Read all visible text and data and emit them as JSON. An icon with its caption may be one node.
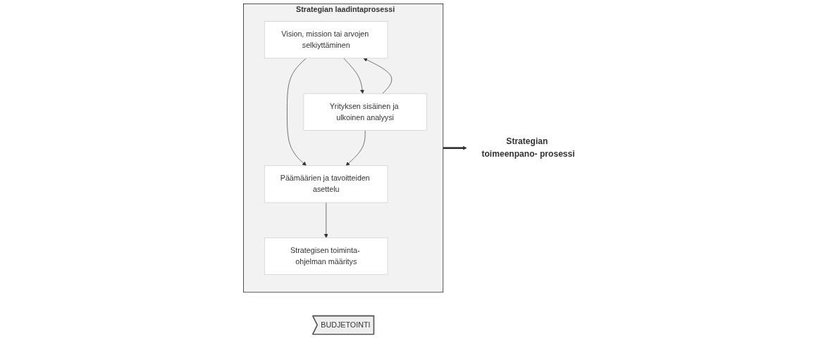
{
  "diagram": {
    "nodes": [
      {
        "text": [
          "Strategian laadintaprosessi"
        ]
      },
      {
        "text": [
          "Vision, mission tai arvojen selkiyttäminen"
        ],
        "in": 0
      },
      {
        "text": [
          "Yrityksen sisäinen ja ulkoinen analyysi"
        ],
        "in": 0
      },
      {
        "text": [
          "Päämäärien ja tavoitteiden asettelu"
        ],
        "in": 0
      },
      {
        "text": [
          "Strategisen toiminta- ohjelman määritys"
        ],
        "in": 0
      },
      {
        "text": [
          "Strategian toimeenpano- prosessi"
        ]
      },
      {
        "text": [
          "BUDJETOINTI"
        ]
      }
    ],
    "edges": [
      {
        "from": 1,
        "to": 2,
        "arrow": "to"
      },
      {
        "from": 2,
        "to": 1,
        "arrow": "to"
      },
      {
        "from": 1,
        "to": 3,
        "arrow": "to"
      },
      {
        "from": 2,
        "to": 3,
        "arrow": "to"
      },
      {
        "from": 3,
        "to": 4,
        "arrow": "to"
      },
      {
        "from": 0,
        "to": 5,
        "arrow": "to",
        "style": "thick"
      }
    ]
  }
}
